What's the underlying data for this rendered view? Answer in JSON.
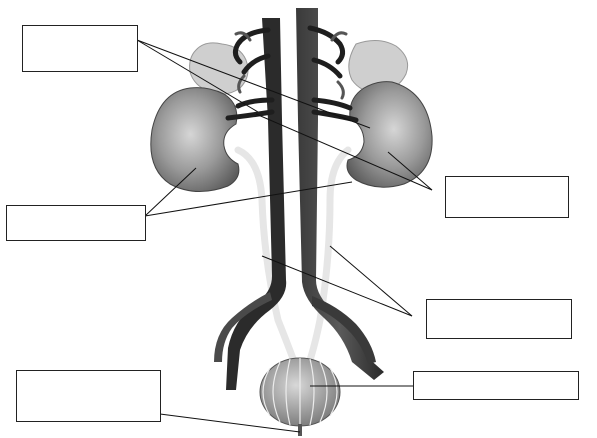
{
  "figure": {
    "style": "grayscale",
    "colors": {
      "vessel_dark": "#2b2b2b",
      "vessel_mid": "#555555",
      "kidney": "#8a8a8a",
      "kidney_hilum": "#e4e4e4",
      "adrenal": "#cfcfcf",
      "ureter": "#e6e6e6",
      "bladder": "#9a9a9a",
      "bladder_stripes": "#e0e0e0",
      "leader_line": "#111111"
    }
  },
  "labels": [
    {
      "id": "box-adrenal",
      "text": ""
    },
    {
      "id": "box-kidney",
      "text": ""
    },
    {
      "id": "box-renal-vessels",
      "text": ""
    },
    {
      "id": "box-ureter",
      "text": ""
    },
    {
      "id": "box-bladder",
      "text": ""
    },
    {
      "id": "box-urethra",
      "text": ""
    }
  ]
}
